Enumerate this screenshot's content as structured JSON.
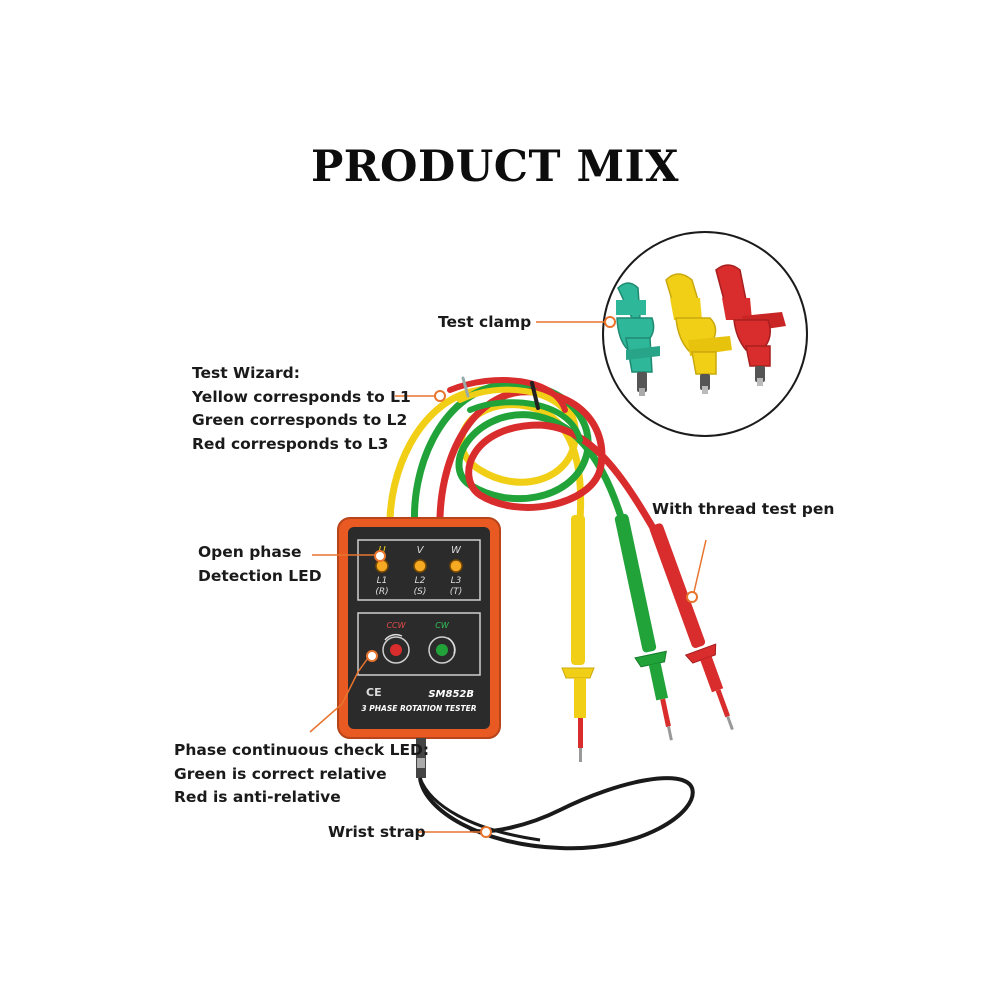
{
  "title": "PRODUCT MIX",
  "labels": {
    "test_clamp": "Test clamp",
    "test_wizard": {
      "line1": "Test Wizard:",
      "line2": "Yellow corresponds to L1",
      "line3": "Green corresponds to L2",
      "line4": "Red corresponds to L3"
    },
    "thread_pen": "With thread test pen",
    "open_phase": {
      "line1": "Open phase",
      "line2": "Detection LED"
    },
    "phase_check": {
      "line1": "Phase continuous check LED:",
      "line2": "Green is correct relative",
      "line3": "Red is anti-relative"
    },
    "wrist_strap": "Wrist strap"
  },
  "device": {
    "phases": [
      "U",
      "V",
      "W"
    ],
    "lines": [
      "L1",
      "L2",
      "L3"
    ],
    "sub": [
      "(R)",
      "(S)",
      "(T)"
    ],
    "ccw": "CCW",
    "cw": "CW",
    "ce": "CE",
    "model": "SM852B",
    "name": "3 PHASE ROTATION TESTER"
  },
  "colors": {
    "accent": "#e8742e",
    "body": "#e85a22",
    "yellow": "#f2cf17",
    "green": "#21a33a",
    "red": "#d92c2c",
    "teal": "#2fb79a"
  }
}
